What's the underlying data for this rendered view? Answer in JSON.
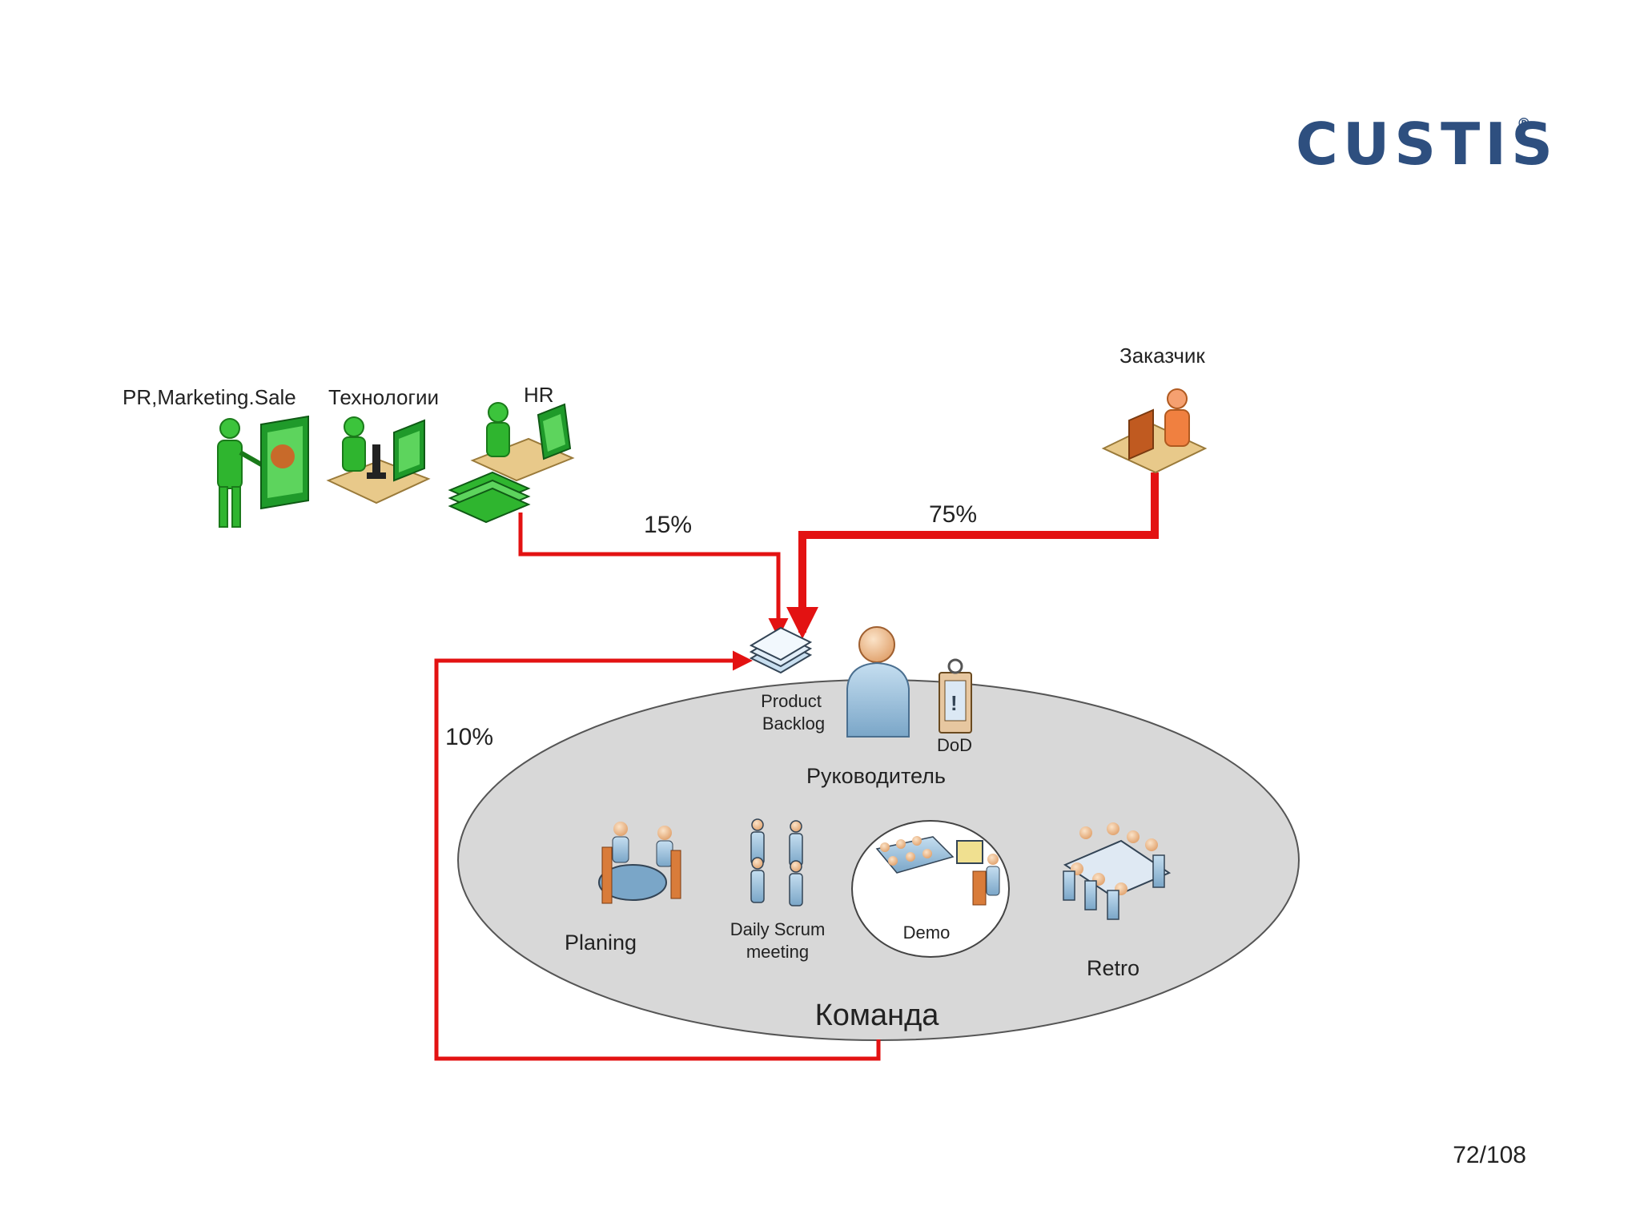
{
  "logo": {
    "text": "CUSTIS",
    "registered": "®"
  },
  "page_number": "72/108",
  "labels": {
    "pr_marketing": "PR,Marketing.Sale",
    "technologies": "Технологии",
    "hr": "HR",
    "customer": "Заказчик",
    "product_backlog_line1": "Product",
    "product_backlog_line2": "Backlog",
    "dod": "DoD",
    "manager": "Руководитель",
    "planning": "Planing",
    "daily_scrum_line1": "Daily Scrum",
    "daily_scrum_line2": "meeting",
    "demo": "Demo",
    "retro": "Retro",
    "team": "Команда"
  },
  "flows": {
    "hr_share": "15%",
    "customer_share": "75%",
    "team_share": "10%"
  },
  "colors": {
    "arrow": "#e31212",
    "logo": "#2e4f7f",
    "ellipse_fill": "#d8d8d8",
    "green_people": "#2fb52f",
    "customer": "#f08040",
    "team_icons": "#9ec3de"
  }
}
